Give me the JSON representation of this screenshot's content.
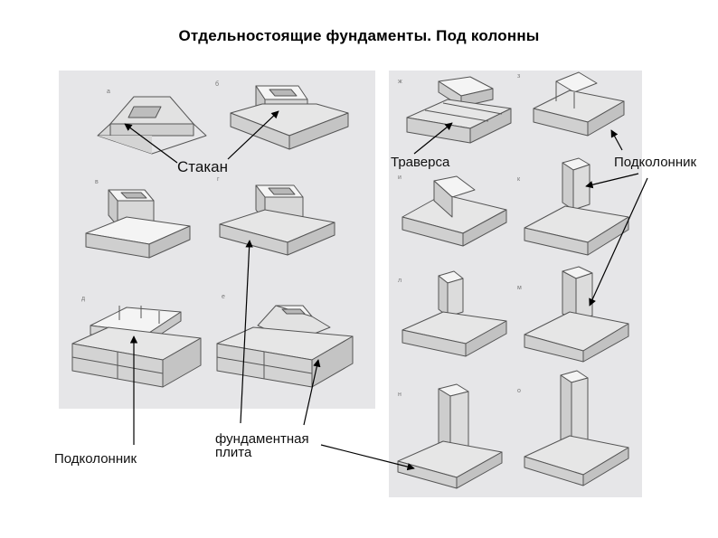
{
  "title": "Отдельностоящие фундаменты. Под колонны",
  "labels": {
    "stakan": "Стакан",
    "traversa": "Траверса",
    "podkolonnik_top": "Подколонник",
    "podkolonnik_bottom": "Подколонник",
    "plita": "фундаментная плита"
  },
  "figure_letters": {
    "left": [
      "а",
      "б",
      "в",
      "г",
      "д",
      "е"
    ],
    "right": [
      "ж",
      "з",
      "и",
      "к",
      "л",
      "м",
      "н",
      "о"
    ]
  }
}
